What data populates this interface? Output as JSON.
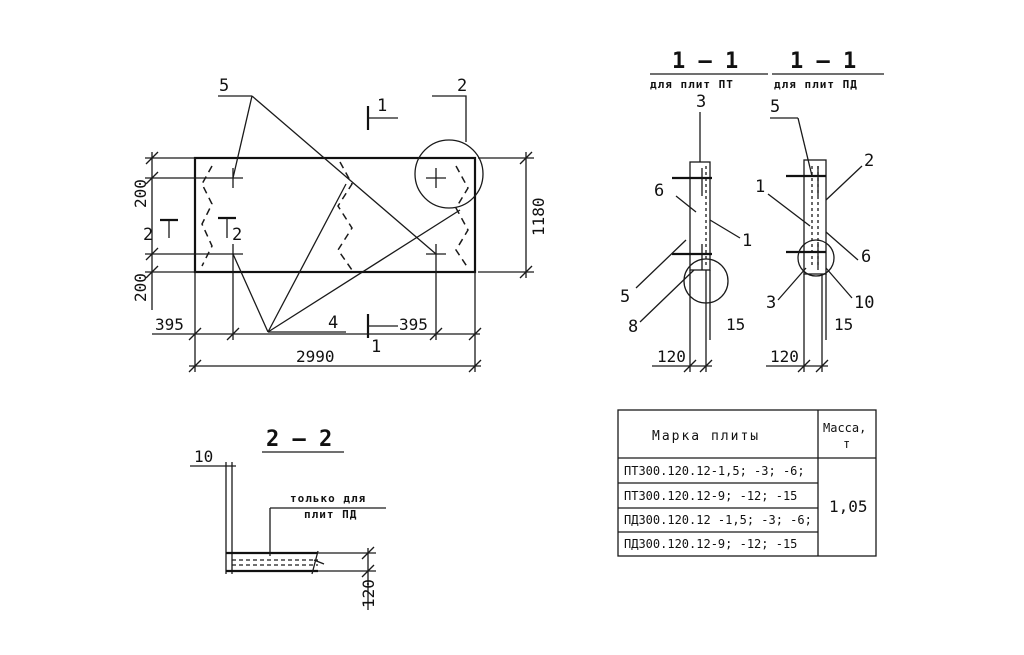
{
  "plan": {
    "dim_width_total": "2990",
    "dim_left_offset": "395",
    "dim_right_offset": "395",
    "dim_height_total": "1180",
    "dim_top_edge": "200",
    "dim_bottom_edge": "200",
    "callouts": {
      "c5": "5",
      "c2": "2",
      "c4": "4"
    },
    "section_1_mark": "1",
    "section_2_mark": "2"
  },
  "section_1_1": {
    "title_left": "1 — 1",
    "caption_left": "для плит ПТ",
    "title_right": "1 — 1",
    "caption_right": "для плит ПД",
    "left_callouts": {
      "c3": "3",
      "c6": "6",
      "c1": "1",
      "c5": "5",
      "c8": "8"
    },
    "right_callouts": {
      "c5": "5",
      "c2": "2",
      "c1": "1",
      "c6": "6",
      "c3": "3",
      "c10": "10"
    },
    "dim_thickness": "120",
    "dim_cover": "15"
  },
  "section_2_2": {
    "title": "2 — 2",
    "dim_edge": "10",
    "note_line1": "только для",
    "note_line2": "плит ПД",
    "dim_thickness": "120"
  },
  "mass_table": {
    "header_mark": "Марка плиты",
    "header_mass_line1": "Масса,",
    "header_mass_line2": "т",
    "rows": [
      "ПТ300.120.12-1,5; -3; -6;",
      "ПТ300.120.12-9; -12; -15",
      "ПД300.120.12 -1,5; -3; -6;",
      "ПД300.120.12-9; -12; -15"
    ],
    "mass_value": "1,05"
  }
}
